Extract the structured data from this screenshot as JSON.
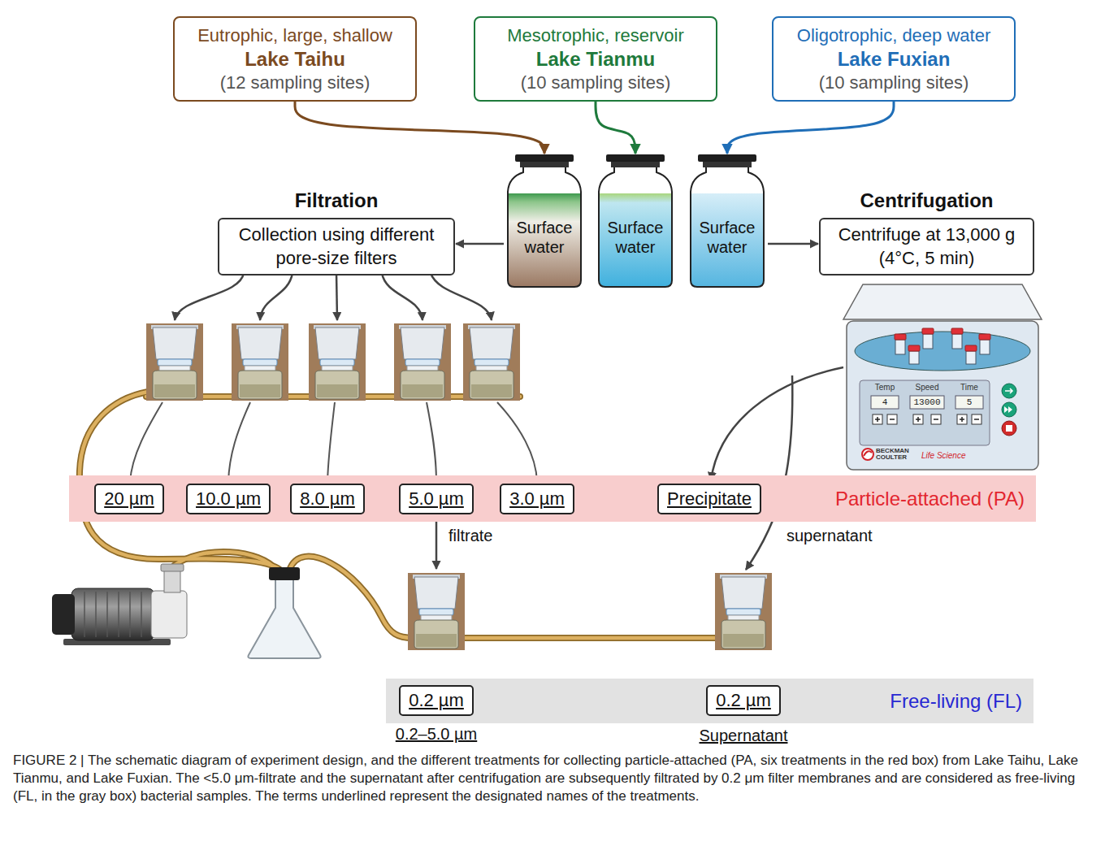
{
  "diagram": {
    "caption": "FIGURE 2 | The schematic diagram of experiment design, and the different treatments for collecting particle-attached (PA, six treatments in the red box) from Lake Taihu, Lake Tianmu, and Lake Fuxian. The <5.0 μm-filtrate and the supernatant after centrifugation are subsequently filtrated by 0.2 μm filter membranes and are considered as free-living (FL, in the gray box) bacterial samples. The terms underlined represent the designated names of the treatments.",
    "nodes": [
      {
        "text": [
          "Eutrophic, large, shallow",
          "Lake Taihu",
          "(12 sampling sites)"
        ]
      },
      {
        "text": [
          "Mesotrophic, reservoir",
          "Lake Tianmu",
          "(10 sampling sites)"
        ]
      },
      {
        "text": [
          "Oligotrophic, deep water",
          "Lake Fuxian",
          "(10 sampling sites)"
        ]
      },
      {
        "text": [
          "Surface water"
        ]
      },
      {
        "text": [
          "Surface water"
        ]
      },
      {
        "text": [
          "Surface water"
        ]
      },
      {
        "text": [
          "Filtration",
          "Collection using different pore-size filters"
        ]
      },
      {
        "text": [
          "Centrifugation",
          "Centrifuge at 13,000 g (4°C, 5 min)"
        ]
      },
      {
        "text": [
          "Particle-attached (PA)"
        ]
      },
      {
        "text": [
          "20 µm"
        ],
        "in": 8
      },
      {
        "text": [
          "10.0 µm"
        ],
        "in": 8
      },
      {
        "text": [
          "8.0 µm"
        ],
        "in": 8
      },
      {
        "text": [
          "5.0 µm"
        ],
        "in": 8
      },
      {
        "text": [
          "3.0 µm"
        ],
        "in": 8
      },
      {
        "text": [
          "Precipitate"
        ],
        "in": 8
      },
      {
        "text": [
          "Free-living (FL)"
        ]
      },
      {
        "text": [
          "0.2 µm"
        ],
        "in": 15
      },
      {
        "text": [
          "0.2 µm"
        ],
        "in": 15
      }
    ],
    "edges": [
      {
        "from": 0,
        "to": 3,
        "arrow": "to"
      },
      {
        "from": 1,
        "to": 4,
        "arrow": "to"
      },
      {
        "from": 2,
        "to": 5,
        "arrow": "to"
      },
      {
        "from": 3,
        "to": 6,
        "arrow": "to"
      },
      {
        "from": 5,
        "to": 7,
        "arrow": "to"
      }
    ],
    "labels": [
      "Temp",
      "Speed",
      "Time",
      "4",
      "13000",
      "5",
      "BECKMAN COULTER",
      "Life Science",
      "filtrate",
      "supernatant",
      "0.2–5.0 µm",
      "Supernatant"
    ]
  }
}
